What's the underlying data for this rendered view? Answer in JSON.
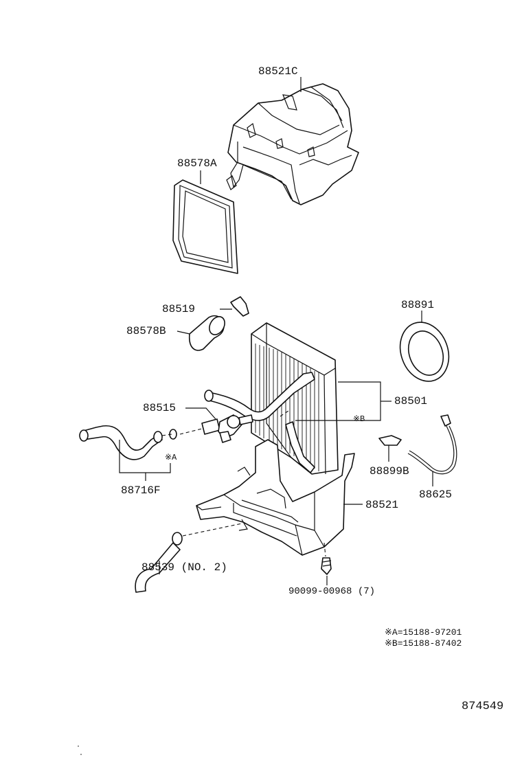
{
  "diagram": {
    "parts": {
      "upper_case": "88521C",
      "seal_square": "88578A",
      "clip": "88519",
      "seal_tube": "88578B",
      "seal_ring": "88891",
      "evaporator": "88501",
      "expansion_valve": "88515",
      "thermistor": "88625",
      "clamp": "88899B",
      "hose_assembly": "88716F",
      "lower_case": "88521",
      "drain_hose": "88539 (NO. 2)",
      "screw": "90099-00968 (7)"
    },
    "markers": {
      "a": "※A",
      "b": "※B"
    },
    "notes": [
      "※A=15188-97201",
      "※B=15188-87402"
    ],
    "illustration_number": "874549"
  }
}
